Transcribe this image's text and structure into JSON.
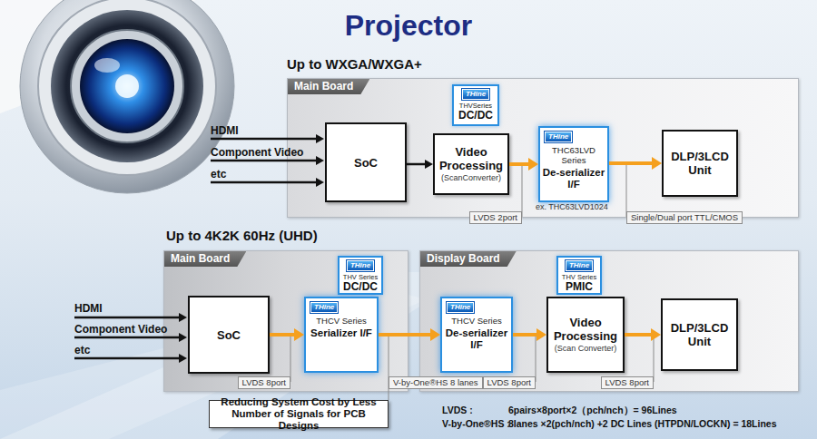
{
  "diagram": {
    "title": "Projector",
    "nodes": [
      {
        "text": [
          "Main Board"
        ]
      },
      {
        "text": [
          "THine",
          "THVSeries",
          "DC/DC"
        ],
        "in": 0
      },
      {
        "text": [
          "SoC"
        ],
        "in": 0
      },
      {
        "text": [
          "Video Processing",
          "(ScanConverter)"
        ],
        "in": 0
      },
      {
        "text": [
          "THine",
          "THC63LVD Series",
          "De-serializer I/F"
        ],
        "in": 0
      },
      {
        "text": [
          "DLP/3LCD Unit"
        ],
        "in": 0
      },
      {
        "text": [
          "Main Board"
        ]
      },
      {
        "text": [
          "THine",
          "THV Series",
          "DC/DC"
        ],
        "in": 6
      },
      {
        "text": [
          "SoC"
        ],
        "in": 6
      },
      {
        "text": [
          "THine",
          "THCV Series",
          "Serializer I/F"
        ],
        "in": 6
      },
      {
        "text": [
          "Display Board"
        ]
      },
      {
        "text": [
          "THine",
          "THV Series",
          "PMIC"
        ],
        "in": 10
      },
      {
        "text": [
          "THine",
          "THCV Series",
          "De-serializer I/F"
        ],
        "in": 10
      },
      {
        "text": [
          "Video Processing",
          "(Scan Converter)"
        ],
        "in": 10
      },
      {
        "text": [
          "DLP/3LCD Unit"
        ],
        "in": 10
      },
      {
        "text": [
          "Reducing System Cost by Less Number of Signals for PCB Designs"
        ]
      }
    ],
    "edges": [
      {
        "from": 2,
        "to": 3,
        "arrow": "to"
      },
      {
        "from": 3,
        "to": 4,
        "arrow": "to"
      },
      {
        "from": 4,
        "to": 5,
        "arrow": "to"
      },
      {
        "from": 8,
        "to": 9,
        "arrow": "to"
      },
      {
        "from": 9,
        "to": 12,
        "arrow": "to"
      },
      {
        "from": 12,
        "to": 13,
        "arrow": "to"
      },
      {
        "from": 13,
        "to": 14,
        "arrow": "to"
      }
    ],
    "labels": [
      "Up to WXGA/WXGA+",
      "HDMI",
      "Component Video",
      "etc",
      "ex. THC63LVD1024",
      "LVDS 2port",
      "Single/Dual port TTL/CMOS",
      "Up to 4K2K 60Hz (UHD)",
      "HDMI",
      "Component Video",
      "etc",
      "LVDS 8port",
      "V-by-One®HS 8 lanes",
      "LVDS 8port",
      "LVDS 8port",
      "LVDS :",
      "6pairs×8port×2（pch/nch）= 96Lines",
      "V-by-One®HS :",
      "8lanes ×2(pch/nch) +2 DC Lines (HTPDN/LOCKN) = 18Lines"
    ]
  }
}
